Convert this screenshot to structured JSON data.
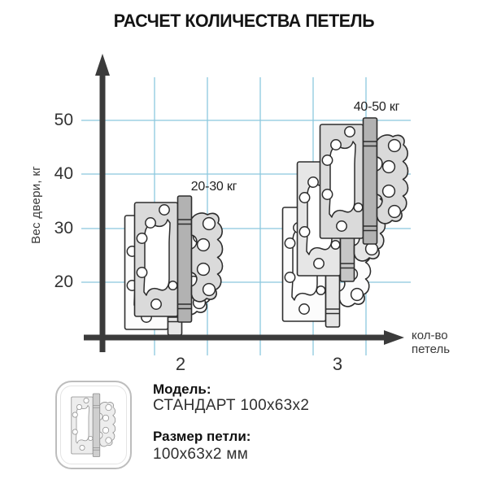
{
  "title": "РАСЧЕТ КОЛИЧЕСТВА ПЕТЕЛЬ",
  "chart_data": {
    "type": "scatter",
    "title": "РАСЧЕТ КОЛИЧЕСТВА ПЕТЕЛЬ",
    "xlabel": "кол-во петель",
    "xlabel_lines": [
      "кол-во",
      "петель"
    ],
    "ylabel": "Вес двери, кг",
    "xticks": [
      "2",
      "3"
    ],
    "yticks": [
      "50",
      "40",
      "30",
      "20"
    ],
    "ytick_values": [
      50,
      40,
      30,
      20
    ],
    "ylim": [
      10,
      57
    ],
    "grid": true,
    "legend_position": "none",
    "points": [
      {
        "x": 2,
        "hinge_count": 2,
        "weight_min_kg": 20,
        "weight_max_kg": 30,
        "label": "20-30 кг",
        "marker": "2 overlapping hinge drawings"
      },
      {
        "x": 3,
        "hinge_count": 3,
        "weight_min_kg": 40,
        "weight_max_kg": 50,
        "label": "40-50 кг",
        "marker": "3 overlapping hinge drawings"
      }
    ]
  },
  "info_card": {
    "model_label": "Модель:",
    "model_value": "СТАНДАРТ 100х63х2",
    "size_label": "Размер петли:",
    "size_value": "100х63х2 мм"
  },
  "icons": {
    "hinge_photo": "overlay-hinge-icon"
  },
  "colors": {
    "background": "#ffffff",
    "grid": "#8bc8de",
    "axis": "#3b3b3b",
    "hinge_front_fill": "#dadada",
    "hinge_middle_fill": "#e6e6e6",
    "hinge_back_fill": "#fcfcfc",
    "hinge_barrel": "#b2b2b2",
    "outline": "#2d2d2d",
    "text": "#1c1c1c"
  }
}
